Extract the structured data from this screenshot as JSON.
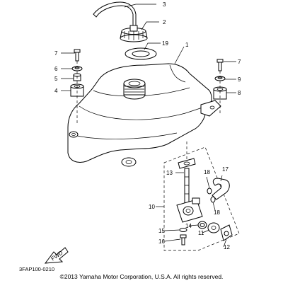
{
  "diagram": {
    "callouts": {
      "c1": "1",
      "c2": "2",
      "c3": "3",
      "c4": "4",
      "c5": "5",
      "c6": "6",
      "c7": "7",
      "c7b": "7",
      "c8": "8",
      "c9": "9",
      "c10": "10",
      "c11": "11",
      "c12": "12",
      "c13": "13",
      "c14": "14",
      "c15": "15",
      "c16": "16",
      "c17": "17",
      "c18": "18",
      "c18b": "18",
      "c19": "19"
    },
    "fwd_label": "FWD"
  },
  "footer": {
    "code": "3FAP100-0210",
    "copyright": "©2013 Yamaha Motor Corporation, U.S.A. All rights reserved."
  }
}
